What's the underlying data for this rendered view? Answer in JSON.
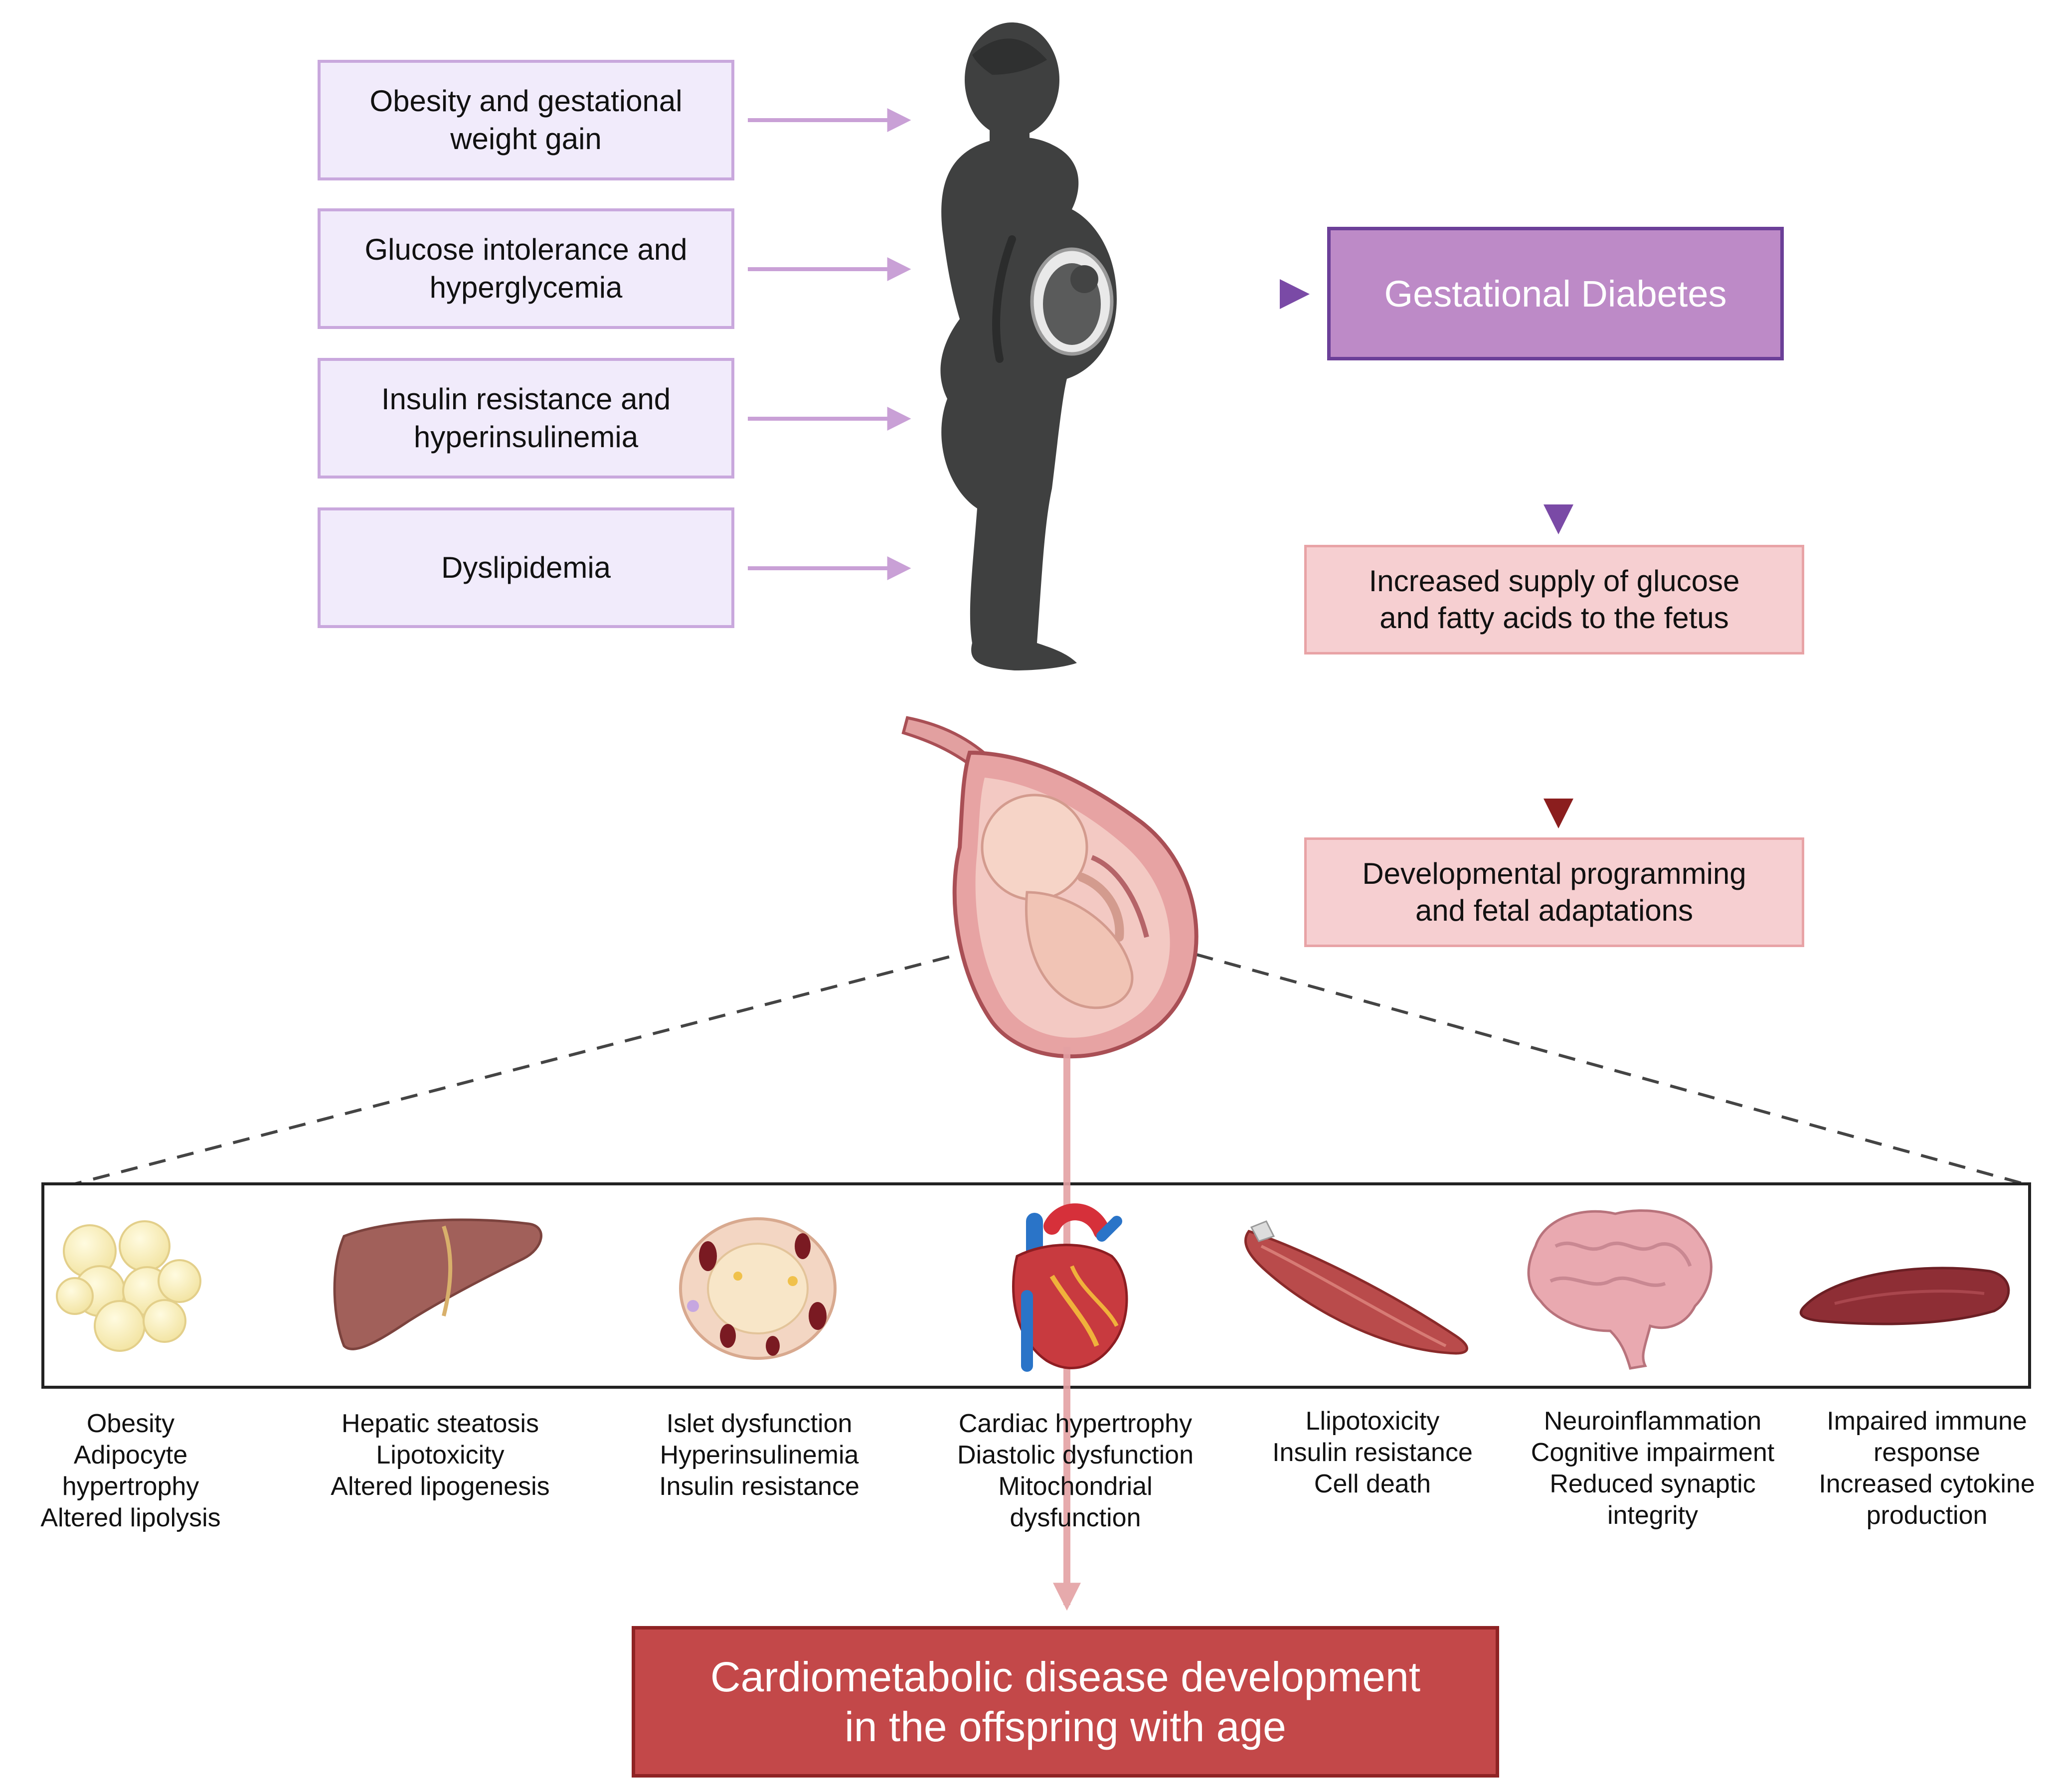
{
  "risk_factors": [
    {
      "label": "Obesity and gestational\nweight gain"
    },
    {
      "label": "Glucose intolerance and\nhyperglycemia"
    },
    {
      "label": "Insulin resistance and\nhyperinsulinemia"
    },
    {
      "label": "Dyslipidemia"
    }
  ],
  "pathway": {
    "condition": "Gestational Diabetes",
    "step1": "Increased supply of glucose\nand fatty acids to the fetus",
    "step2": "Developmental programming\nand fetal adaptations"
  },
  "organs": [
    {
      "icon": "adipose-tissue-icon",
      "effects": "Obesity\nAdipocyte\nhypertrophy\nAltered lipolysis"
    },
    {
      "icon": "liver-icon",
      "effects": "Hepatic steatosis\nLipotoxicity\nAltered lipogenesis"
    },
    {
      "icon": "pancreatic-islet-icon",
      "effects": "Islet dysfunction\nHyperinsulinemia\nInsulin resistance"
    },
    {
      "icon": "heart-icon",
      "effects": "Cardiac hypertrophy\nDiastolic dysfunction\nMitochondrial dysfunction"
    },
    {
      "icon": "skeletal-muscle-icon",
      "effects": "Llipotoxicity\nInsulin resistance\nCell death"
    },
    {
      "icon": "brain-icon",
      "effects": "Neuroinflammation\nCognitive impairment\nReduced synaptic\nintegrity"
    },
    {
      "icon": "spleen-icon",
      "effects": "Impaired immune\nresponse\nIncreased cytokine\nproduction"
    }
  ],
  "outcome": "Cardiometabolic disease development\nin the offspring with age",
  "colors": {
    "risk_fill": "#f1ebfb",
    "risk_border": "#c9a8dd",
    "gdm_fill": "#bd8ac7",
    "gdm_border": "#6b3f98",
    "pink_fill": "#f6cfd1",
    "pink_border": "#e8a3a6",
    "outcome_fill": "#c34849",
    "arrow_light_purple": "#c9a0d6",
    "arrow_purple": "#7a4aa6",
    "arrow_dark_red": "#8b1e1e",
    "arrow_pink": "#e4a1a4"
  }
}
